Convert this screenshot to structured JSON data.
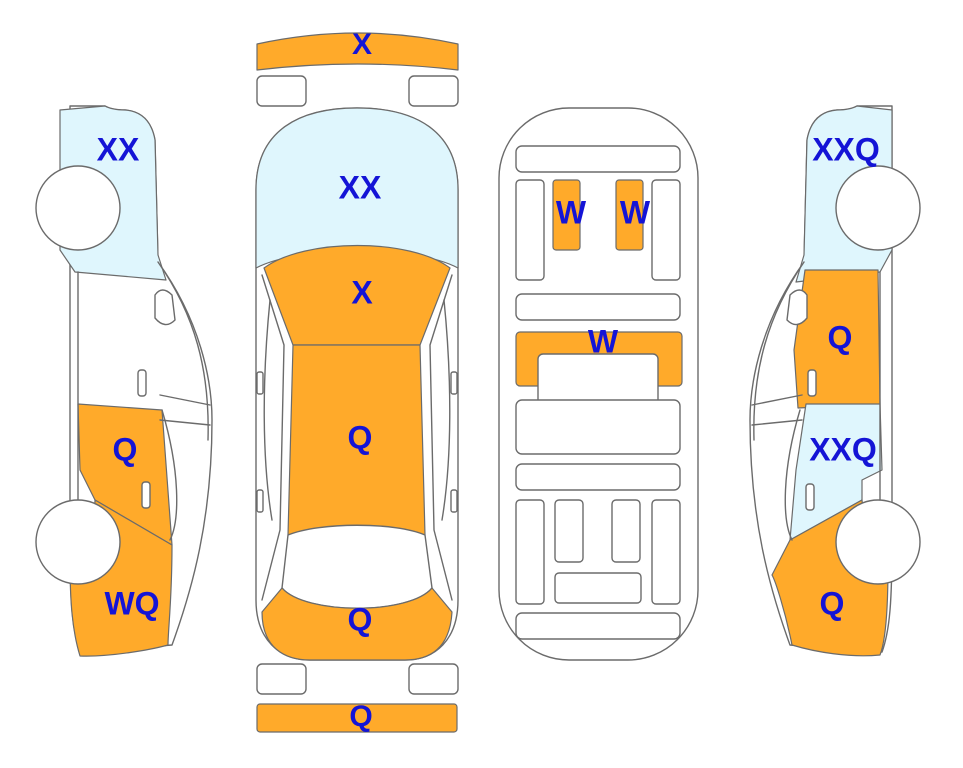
{
  "colors": {
    "damage_fill": "#FFAA2A",
    "glass_fill": "#DFF6FD",
    "outline": "#6b6b6b",
    "label_text": "#1414D6"
  },
  "labels": {
    "front_bumper": "X",
    "top_windshield": "XX",
    "top_hood": "X",
    "top_roof": "Q",
    "top_trunk": "Q",
    "rear_bumper": "Q",
    "interior_seat_left": "W",
    "interior_seat_right": "W",
    "interior_console": "W",
    "left_front_glass": "XX",
    "left_rear_door": "Q",
    "left_rear_quarter": "WQ",
    "right_front_glass": "XXQ",
    "right_front_door": "Q",
    "right_rear_glass": "XXQ",
    "right_rear_quarter": "Q"
  }
}
